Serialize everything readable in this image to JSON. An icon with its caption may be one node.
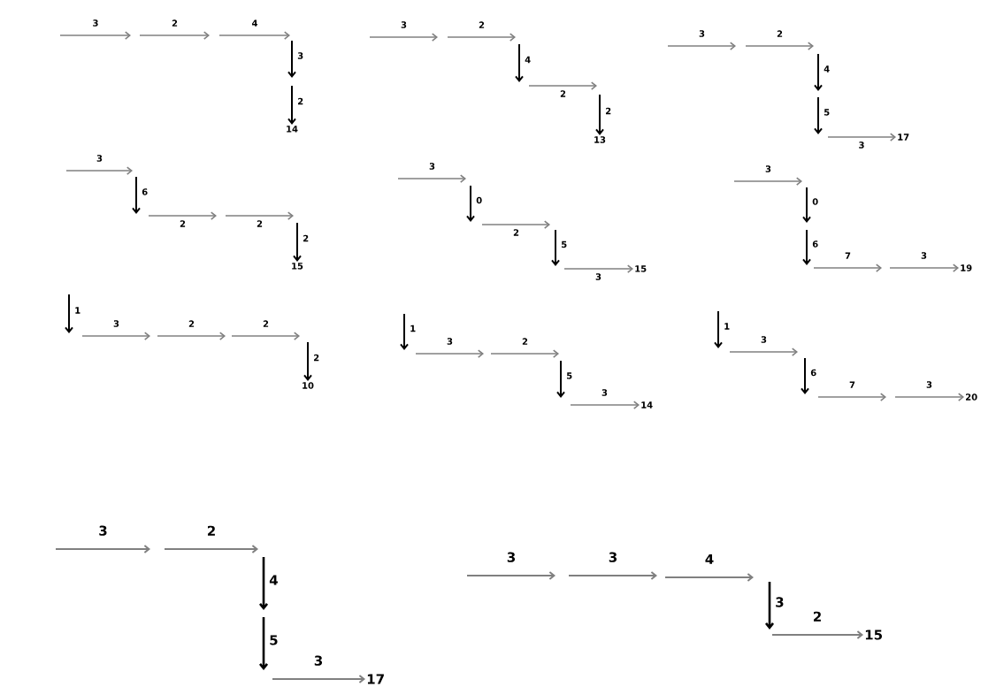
{
  "diagram": {
    "nodes": [
      {
        "text": [
          "14"
        ]
      },
      {
        "text": [
          "13"
        ]
      },
      {
        "text": [
          "17"
        ]
      },
      {
        "text": [
          "15"
        ]
      },
      {
        "text": [
          "15"
        ]
      },
      {
        "text": [
          "19"
        ]
      },
      {
        "text": [
          "10"
        ]
      },
      {
        "text": [
          "14"
        ]
      },
      {
        "text": [
          "20"
        ]
      },
      {
        "text": [
          "17"
        ]
      },
      {
        "text": [
          "15"
        ]
      }
    ],
    "edges": [
      {
        "from": null,
        "to": 0,
        "arrow": "to",
        "label": "2",
        "color": "#000000"
      },
      {
        "from": null,
        "to": 1,
        "arrow": "to",
        "label": "2",
        "color": "#000000"
      },
      {
        "from": null,
        "to": 2,
        "arrow": "to",
        "label": "3"
      },
      {
        "from": null,
        "to": 3,
        "arrow": "to",
        "label": "2",
        "color": "#000000"
      },
      {
        "from": null,
        "to": 4,
        "arrow": "to",
        "label": "3"
      },
      {
        "from": null,
        "to": 5,
        "arrow": "to",
        "label": "3"
      },
      {
        "from": null,
        "to": 6,
        "arrow": "to",
        "label": "2",
        "color": "#000000"
      },
      {
        "from": null,
        "to": 7,
        "arrow": "to",
        "label": "3"
      },
      {
        "from": null,
        "to": 8,
        "arrow": "to",
        "label": "3"
      },
      {
        "from": null,
        "to": 9,
        "arrow": "to",
        "label": "3"
      },
      {
        "from": null,
        "to": 10,
        "arrow": "to",
        "label": "2"
      }
    ],
    "labels": [
      "3",
      "2",
      "4",
      "3",
      "3",
      "2",
      "4",
      "2",
      "3",
      "2",
      "4",
      "5",
      "3",
      "6",
      "2",
      "2",
      "3",
      "0",
      "2",
      "5",
      "3",
      "0",
      "6",
      "7",
      "1",
      "3",
      "2",
      "2",
      "1",
      "3",
      "2",
      "5",
      "1",
      "3",
      "6",
      "7",
      "3",
      "2",
      "4",
      "5",
      "3",
      "3",
      "4",
      "3"
    ]
  }
}
